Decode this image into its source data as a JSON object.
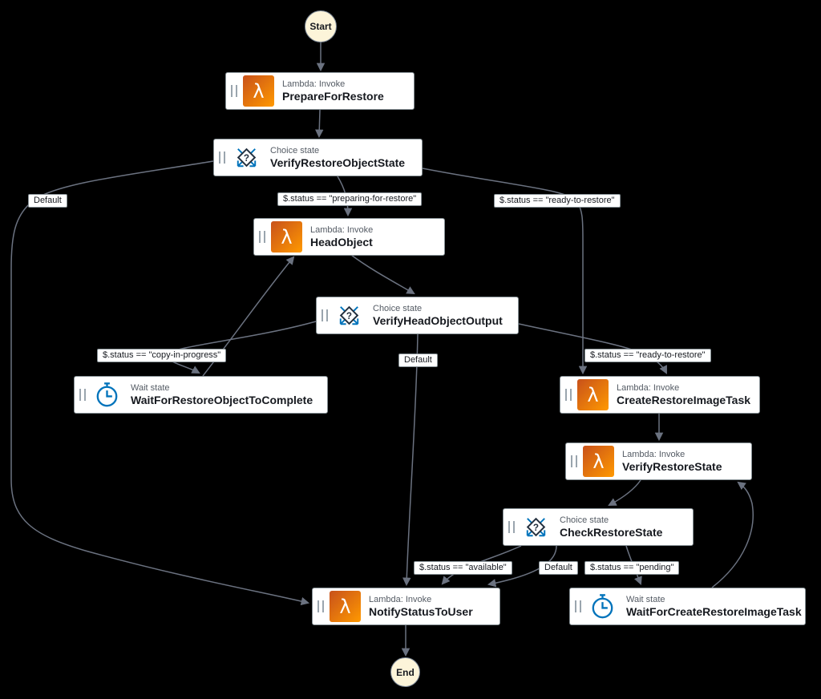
{
  "diagram": {
    "start_label": "Start",
    "end_label": "End",
    "nodes": {
      "prepare_for_restore": {
        "type": "Lambda: Invoke",
        "name": "PrepareForRestore"
      },
      "verify_restore_object_state": {
        "type": "Choice state",
        "name": "VerifyRestoreObjectState"
      },
      "head_object": {
        "type": "Lambda: Invoke",
        "name": "HeadObject"
      },
      "verify_head_object_output": {
        "type": "Choice state",
        "name": "VerifyHeadObjectOutput"
      },
      "wait_for_restore_object_to_complete": {
        "type": "Wait state",
        "name": "WaitForRestoreObjectToComplete"
      },
      "create_restore_image_task": {
        "type": "Lambda: Invoke",
        "name": "CreateRestoreImageTask"
      },
      "verify_restore_state": {
        "type": "Lambda: Invoke",
        "name": "VerifyRestoreState"
      },
      "check_restore_state": {
        "type": "Choice state",
        "name": "CheckRestoreState"
      },
      "notify_status_to_user": {
        "type": "Lambda: Invoke",
        "name": "NotifyStatusToUser"
      },
      "wait_for_create_restore_image_task": {
        "type": "Wait state",
        "name": "WaitForCreateRestoreImageTask"
      }
    },
    "edge_labels": {
      "default_left": "Default",
      "preparing_for_restore": "$.status  == \"preparing-for-restore\"",
      "ready_to_restore_top": "$.status == \"ready-to-restore\"",
      "copy_in_progress": "$.status == \"copy-in-progress\"",
      "default_middle": "Default",
      "ready_to_restore_right": "$.status == \"ready-to-restore\"",
      "available": "$.status == \"available\"",
      "default_bottom": "Default",
      "pending": "$.status == \"pending\""
    },
    "colors": {
      "background": "#000000",
      "lambda_gradient_start": "#C8511B",
      "lambda_gradient_end": "#FF9900",
      "choice_icon": "#232F3E",
      "choice_arrows": "#0073BB",
      "wait_icon": "#0073BB",
      "edge": "#6B7280",
      "node_border": "#879196",
      "terminal_fill": "#FCF4D9"
    }
  }
}
